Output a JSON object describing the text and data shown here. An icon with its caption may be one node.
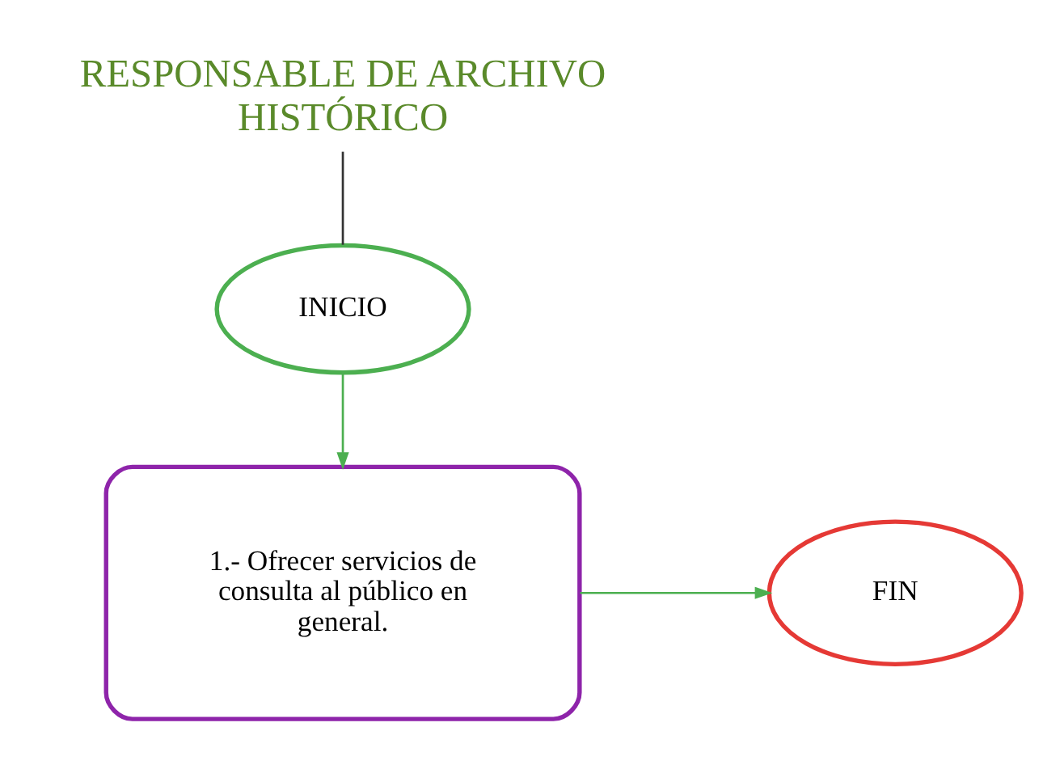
{
  "diagram": {
    "nodes": [
      {
        "text": [
          "RESPONSABLE DE ARCHIVO HISTÓRICO"
        ]
      },
      {
        "text": [
          "INICIO"
        ]
      },
      {
        "text": [
          "1.- Ofrecer servicios de consulta al público en general."
        ]
      },
      {
        "text": [
          "FIN"
        ]
      }
    ],
    "edges": [
      {
        "from": 0,
        "to": 1,
        "arrow": "none",
        "color": "#333333"
      },
      {
        "from": 1,
        "to": 2,
        "arrow": "to"
      },
      {
        "from": 2,
        "to": 3,
        "arrow": "to"
      }
    ]
  }
}
